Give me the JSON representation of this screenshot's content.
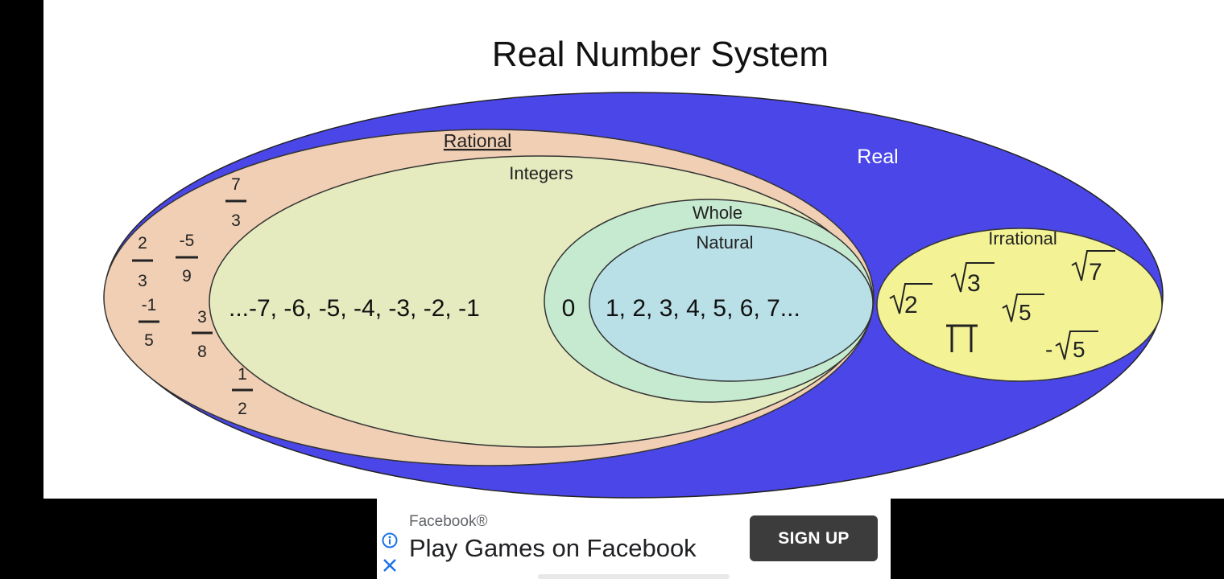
{
  "diagram": {
    "title": "Real Number System",
    "sets": {
      "real": "Real",
      "rational": "Rational",
      "integers": "Integers",
      "whole": "Whole",
      "natural": "Natural",
      "irrational": "Irrational"
    },
    "rational_fractions": [
      {
        "num": "7",
        "den": "3"
      },
      {
        "num": "2",
        "den": "3"
      },
      {
        "num": "-5",
        "den": "9"
      },
      {
        "num": "-1",
        "den": "5"
      },
      {
        "num": "3",
        "den": "8"
      },
      {
        "num": "1",
        "den": "2"
      }
    ],
    "negative_integers": "...-7, -6, -5, -4, -3, -2, -1",
    "zero": "0",
    "naturals": "1, 2, 3, 4, 5, 6, 7...",
    "irrational_examples": [
      {
        "prefix": "",
        "radicand": "2"
      },
      {
        "prefix": "",
        "radicand": "3"
      },
      {
        "prefix": "",
        "radicand": "7"
      },
      {
        "prefix": "",
        "radicand": "5"
      },
      {
        "prefix": "-",
        "radicand": "5"
      }
    ],
    "pi_symbol": "π",
    "colors": {
      "real": "#4a46e8",
      "rational": "#f0cfb4",
      "integers": "#e5ebbf",
      "whole": "#c6ead0",
      "natural": "#b9e0e6",
      "irrational": "#f3f396"
    }
  },
  "ad": {
    "sponsor": "Facebook®",
    "headline": "Play Games on Facebook",
    "button_label": "SIGN UP",
    "info_icon": "info-icon",
    "close_icon": "close-icon"
  }
}
